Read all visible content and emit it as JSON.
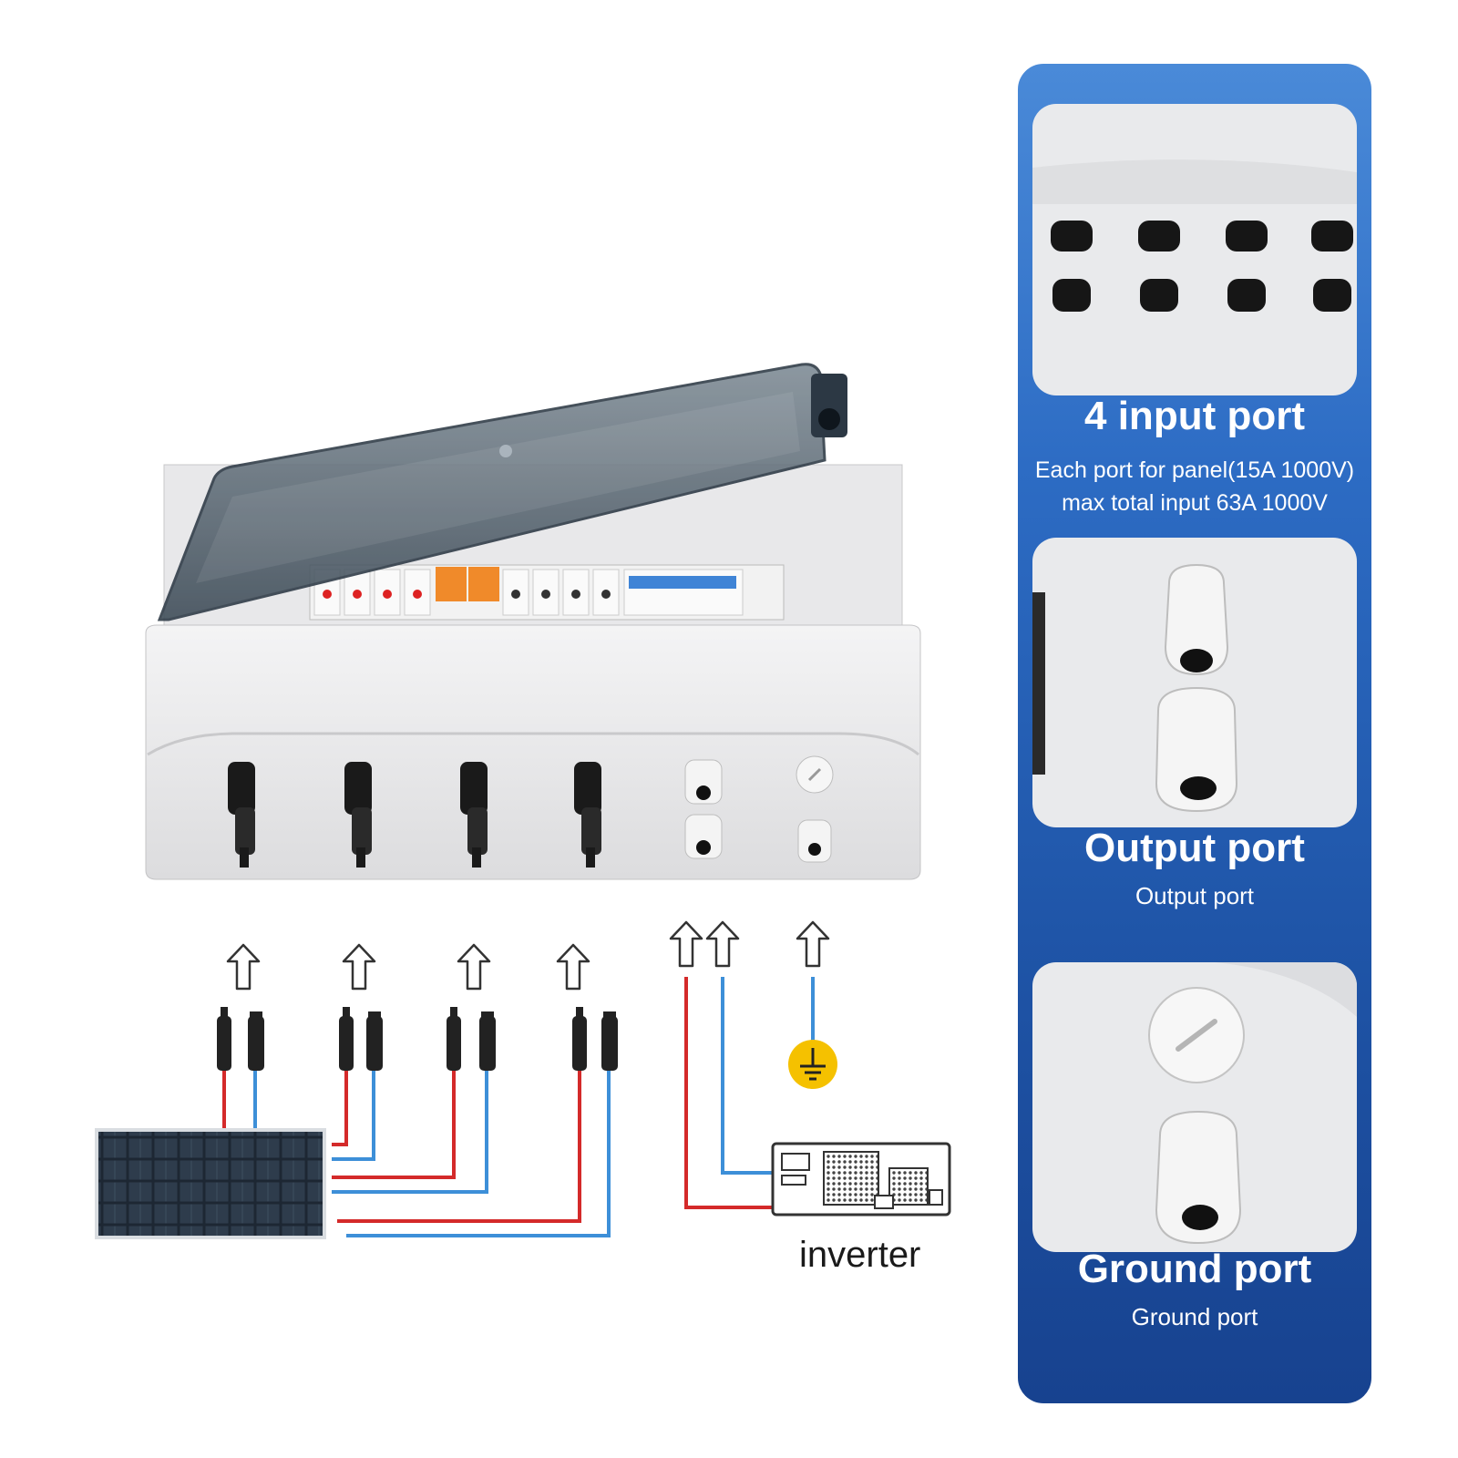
{
  "panel": {
    "input": {
      "title": "4 input port",
      "line1": "Each port for panel(15A 1000V)",
      "line2": "max total input 63A 1000V"
    },
    "output": {
      "title": "Output port",
      "subtitle": "Output port"
    },
    "ground": {
      "title": "Ground port",
      "subtitle": "Ground port"
    }
  },
  "diagram": {
    "inverter_label": "inverter",
    "wire_colors": {
      "positive": "#d42a2a",
      "negative": "#3d8fd8"
    },
    "ground_symbol_color": "#f5c100"
  }
}
